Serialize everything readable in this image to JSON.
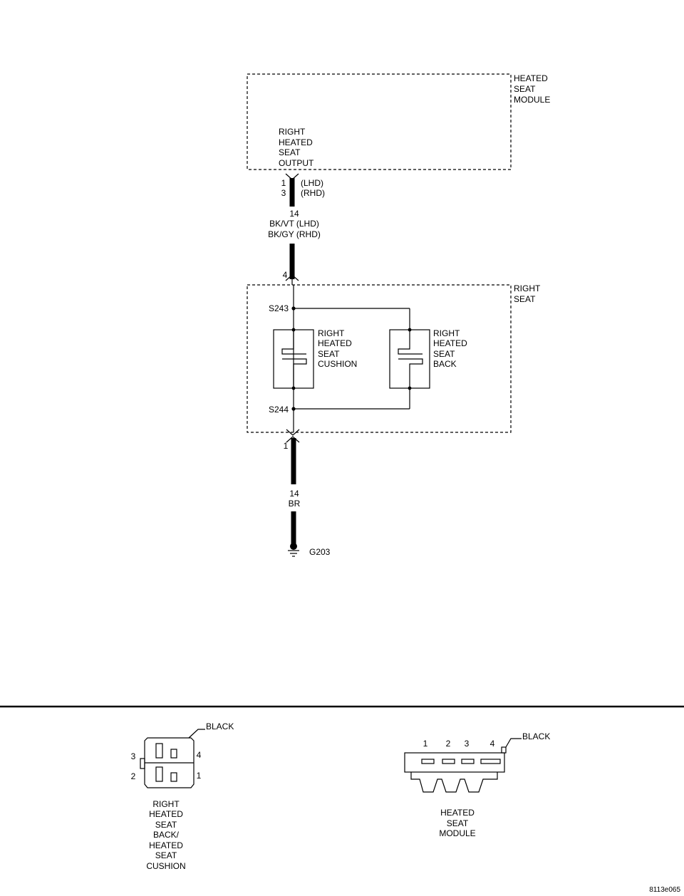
{
  "module": {
    "label_lines": [
      "HEATED",
      "SEAT",
      "MODULE"
    ]
  },
  "module_output": {
    "label_lines": [
      "RIGHT",
      "HEATED",
      "SEAT",
      "OUTPUT"
    ]
  },
  "pins_top": [
    "1",
    "3"
  ],
  "pins_top_notes": [
    "(LHD)",
    "(RHD)"
  ],
  "wire1": {
    "gauge": "14",
    "colors": [
      "BK/VT (LHD)",
      "BK/GY (RHD)"
    ]
  },
  "seat_in_pin": "4",
  "seat": {
    "label_lines": [
      "RIGHT",
      "SEAT"
    ]
  },
  "splice_top": "S243",
  "splice_bottom": "S244",
  "cushion_element": {
    "label_lines": [
      "RIGHT",
      "HEATED",
      "SEAT",
      "CUSHION"
    ]
  },
  "back_element": {
    "label_lines": [
      "RIGHT",
      "HEATED",
      "SEAT",
      "BACK"
    ]
  },
  "seat_out_pin": "1",
  "wire2": {
    "gauge": "14",
    "color": "BR"
  },
  "ground": "G203",
  "connector_left": {
    "color_label": "BLACK",
    "pins": [
      "3",
      "4",
      "2",
      "1"
    ],
    "caption_lines": [
      "RIGHT",
      "HEATED",
      "SEAT",
      "BACK/",
      "HEATED",
      "SEAT",
      "CUSHION"
    ]
  },
  "connector_right": {
    "color_label": "BLACK",
    "pins": [
      "1",
      "2",
      "3",
      "4"
    ],
    "caption_lines": [
      "HEATED",
      "SEAT",
      "MODULE"
    ]
  },
  "figure_id": "8113e065"
}
